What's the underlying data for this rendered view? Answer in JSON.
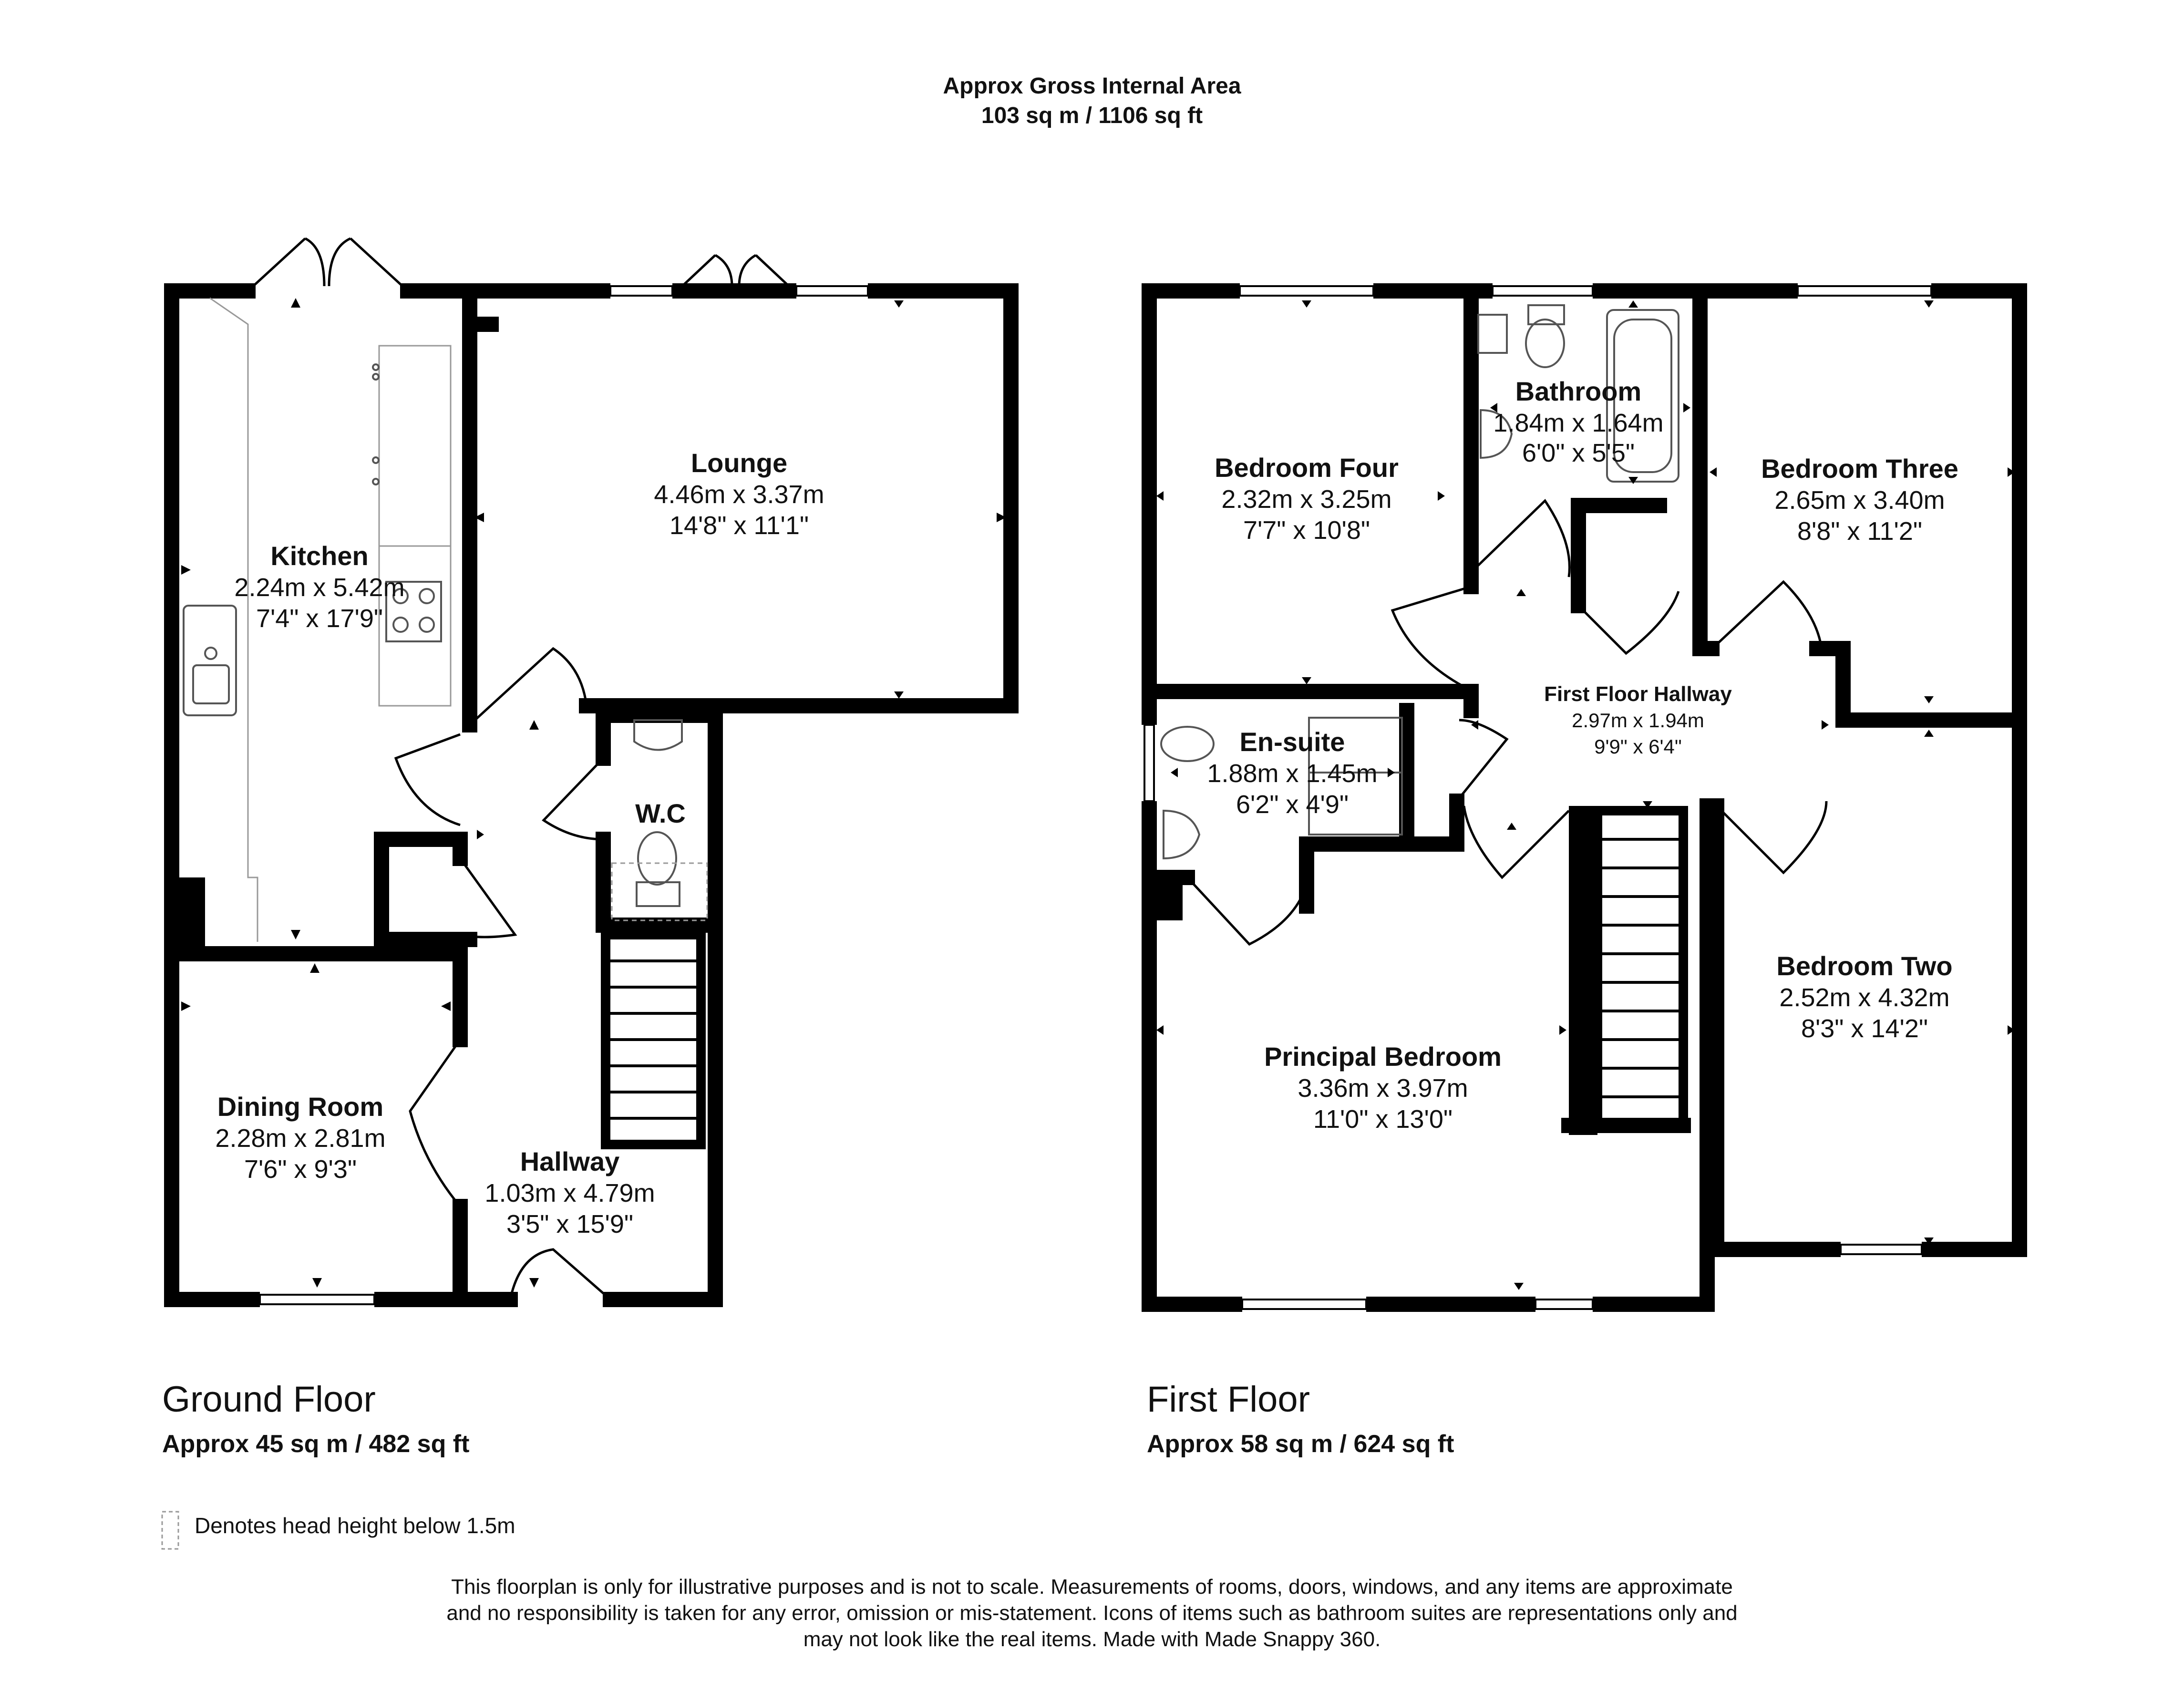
{
  "header": {
    "line1": "Approx Gross Internal Area",
    "line2": "103 sq m / 1106 sq ft"
  },
  "ground_floor": {
    "label": "Ground Floor",
    "area": "Approx 45 sq m / 482 sq ft",
    "rooms": {
      "kitchen": {
        "name": "Kitchen",
        "metric": "2.24m x 5.42m",
        "imperial": "7'4\" x 17'9\""
      },
      "lounge": {
        "name": "Lounge",
        "metric": "4.46m x 3.37m",
        "imperial": "14'8\" x 11'1\""
      },
      "wc": {
        "name": "W.C"
      },
      "dining": {
        "name": "Dining Room",
        "metric": "2.28m x 2.81m",
        "imperial": "7'6\" x 9'3\""
      },
      "hallway": {
        "name": "Hallway",
        "metric": "1.03m x 4.79m",
        "imperial": "3'5\" x 15'9\""
      }
    }
  },
  "first_floor": {
    "label": "First Floor",
    "area": "Approx 58 sq m / 624 sq ft",
    "rooms": {
      "bed4": {
        "name": "Bedroom Four",
        "metric": "2.32m x 3.25m",
        "imperial": "7'7\" x 10'8\""
      },
      "bathroom": {
        "name": "Bathroom",
        "metric": "1.84m x 1.64m",
        "imperial": "6'0\" x 5'5\""
      },
      "bed3": {
        "name": "Bedroom Three",
        "metric": "2.65m x 3.40m",
        "imperial": "8'8\" x 11'2\""
      },
      "hall": {
        "name": "First Floor Hallway",
        "metric": "2.97m x 1.94m",
        "imperial": "9'9\" x 6'4\""
      },
      "ensuite": {
        "name": "En-suite",
        "metric": "1.88m x 1.45m",
        "imperial": "6'2\" x 4'9\""
      },
      "principal": {
        "name": "Principal Bedroom",
        "metric": "3.36m x 3.97m",
        "imperial": "11'0\" x 13'0\""
      },
      "bed2": {
        "name": "Bedroom Two",
        "metric": "2.52m x 4.32m",
        "imperial": "8'3\" x 14'2\""
      }
    }
  },
  "legend": {
    "text": "Denotes head height below 1.5m"
  },
  "disclaimer": {
    "line1": "This floorplan is only for illustrative purposes and is not to scale. Measurements of rooms, doors, windows, and any items are approximate",
    "line2": "and no responsibility is taken for any error, omission or mis-statement. Icons of items such as bathroom suites are representations only and",
    "line3": "may not look like the real items. Made with Made Snappy 360."
  }
}
